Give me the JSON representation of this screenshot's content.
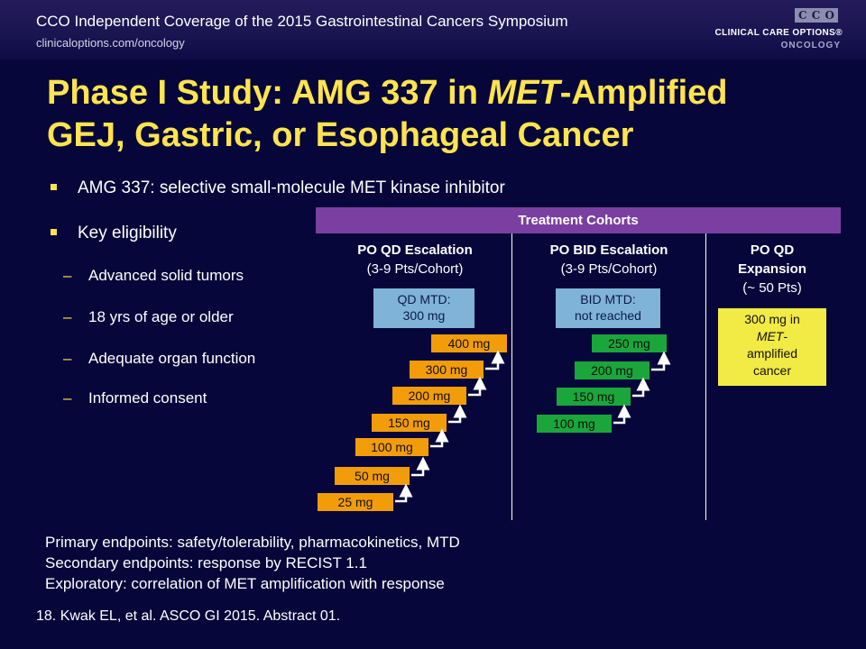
{
  "header": {
    "title": "CCO Independent Coverage of the 2015 Gastrointestinal Cancers Symposium",
    "url": "clinicaloptions.com/oncology",
    "logo_letters": [
      "C",
      "C",
      "O"
    ],
    "logo_main": "CLINICAL CARE OPTIONS®",
    "logo_sub": "ONCOLOGY"
  },
  "slide": {
    "title_line1_pre": "Phase I Study: AMG 337 in ",
    "title_line1_italic": "MET",
    "title_line1_post": "-Amplified",
    "title_line2": "GEJ, Gastric, or Esophageal Cancer"
  },
  "bullets": {
    "b1": "AMG 337: selective small-molecule MET kinase inhibitor",
    "b2": "Key eligibility",
    "sub": [
      "Advanced solid tumors",
      "18 yrs of age or older",
      "Adequate organ function",
      "Informed consent"
    ]
  },
  "cohorts": {
    "header": "Treatment Cohorts",
    "qd": {
      "title": "PO QD Escalation",
      "subtitle": "(3-9 Pts/Cohort)",
      "mtd_line1": "QD MTD:",
      "mtd_line2": "300 mg",
      "doses": [
        "25 mg",
        "50 mg",
        "100 mg",
        "150 mg",
        "200 mg",
        "300 mg",
        "400 mg"
      ]
    },
    "bid": {
      "title": "PO BID Escalation",
      "subtitle": "(3-9 Pts/Cohort)",
      "mtd_line1": "BID MTD:",
      "mtd_line2": "not reached",
      "doses": [
        "100 mg",
        "150 mg",
        "200 mg",
        "250 mg"
      ]
    },
    "expansion": {
      "title_line1": "PO QD",
      "title_line2": "Expansion",
      "subtitle": "(~ 50 Pts)",
      "box_line1": "300 mg in",
      "box_line2_italic": "MET",
      "box_line2_post": "-",
      "box_line3": "amplified",
      "box_line4": "cancer"
    }
  },
  "endpoints": {
    "primary": "Primary endpoints: safety/tolerability, pharmacokinetics, MTD",
    "secondary": "Secondary endpoints: response by RECIST 1.1",
    "exploratory": "Exploratory: correlation of MET amplification with response"
  },
  "reference": "18. Kwak EL, et al. ASCO GI 2015. Abstract 01.",
  "colors": {
    "background": "#06063a",
    "title": "#ffe44f",
    "cohort_header": "#7a3fa0",
    "qd_dose": "#f39c0a",
    "bid_dose": "#1aa63a",
    "mtd_box": "#7fb3d8",
    "expansion_box": "#f2ea45"
  }
}
